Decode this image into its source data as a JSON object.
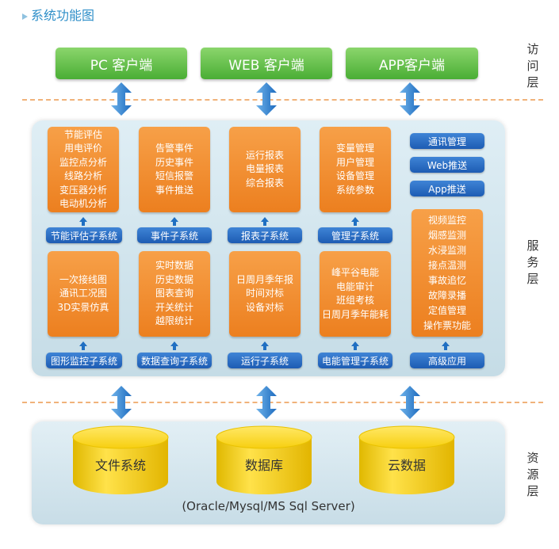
{
  "title": "系统功能图",
  "clients": [
    "PC 客户端",
    "WEB 客户端",
    "APP客户端"
  ],
  "layers": {
    "access": [
      "访",
      "问",
      "层"
    ],
    "service": [
      "服",
      "务",
      "层"
    ],
    "resource": [
      "资",
      "源",
      "层"
    ]
  },
  "top_modules": [
    {
      "items": [
        "节能评估",
        "用电评价",
        "监控点分析",
        "线路分析",
        "变压器分析",
        "电动机分析"
      ],
      "label": "节能评估子系统"
    },
    {
      "items": [
        "告警事件",
        "历史事件",
        "短信报警",
        "事件推送"
      ],
      "label": "事件子系统"
    },
    {
      "items": [
        "运行报表",
        "电量报表",
        "综合报表"
      ],
      "label": "报表子系统"
    },
    {
      "items": [
        "变量管理",
        "用户管理",
        "设备管理",
        "系统参数"
      ],
      "label": "管理子系统"
    }
  ],
  "bottom_modules": [
    {
      "items": [
        "一次接线图",
        "通讯工况图",
        "3D实景仿真"
      ],
      "label": "图形监控子系统"
    },
    {
      "items": [
        "实时数据",
        "历史数据",
        "图表查询",
        "开关统计",
        "越限统计"
      ],
      "label": "数据查询子系统"
    },
    {
      "items": [
        "日周月季年报",
        "时间对标",
        "设备对标"
      ],
      "label": "运行子系统"
    },
    {
      "items": [
        "峰平谷电能",
        "电能审计",
        "班组考核",
        "日周月季年能耗"
      ],
      "label": "电能管理子系统"
    }
  ],
  "right_pills": [
    "通讯管理",
    "Web推送",
    "App推送"
  ],
  "advanced": {
    "items": [
      "视频监控",
      "烟感监测",
      "水浸监测",
      "接点温测",
      "事故追忆",
      "故障录播",
      "定值管理",
      "操作票功能"
    ],
    "label": "高级应用"
  },
  "resources": [
    "文件系统",
    "数据库",
    "云数据"
  ],
  "db_note": "(Oracle/Mysql/MS Sql Server)"
}
